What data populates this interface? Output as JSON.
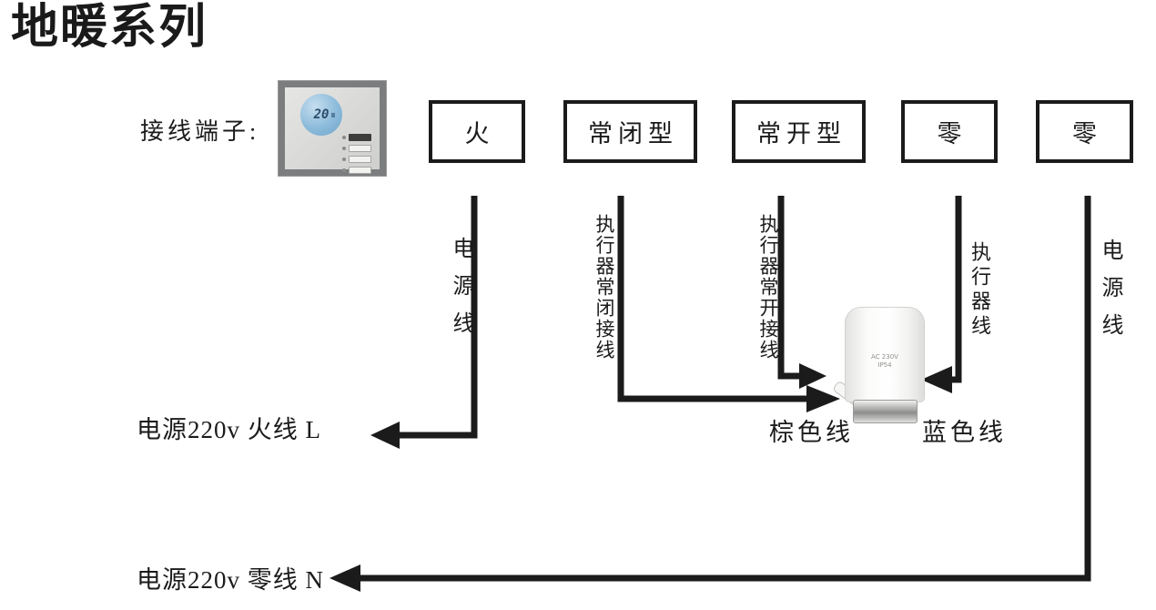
{
  "title": "地暖系列",
  "terminal_section_label": "接线端子:",
  "thermostat": {
    "display_value": "20"
  },
  "terminals": [
    {
      "label": "火"
    },
    {
      "label": "常闭型"
    },
    {
      "label": "常开型"
    },
    {
      "label": "零"
    },
    {
      "label": "零"
    }
  ],
  "wires": [
    {
      "name": "live-power",
      "label": "电源线"
    },
    {
      "name": "nc-actuator",
      "label": "执行器常闭接线"
    },
    {
      "name": "no-actuator",
      "label": "执行器常开接线"
    },
    {
      "name": "actuator-wire",
      "label": "执行器线"
    },
    {
      "name": "neutral-power",
      "label": "电源线"
    }
  ],
  "annotations": {
    "live_line": "电源220v 火线 L",
    "neutral_line": "电源220v 零线 N",
    "brown_wire": "棕色线",
    "blue_wire": "蓝色线"
  },
  "actuator": {
    "body_text_line1": "AC 230V",
    "body_text_line2": "IP54"
  },
  "colors": {
    "wire": "#1b1b1b",
    "lcd_blue": "#8cbbdb",
    "frame_gray": "#7b7d7f"
  }
}
